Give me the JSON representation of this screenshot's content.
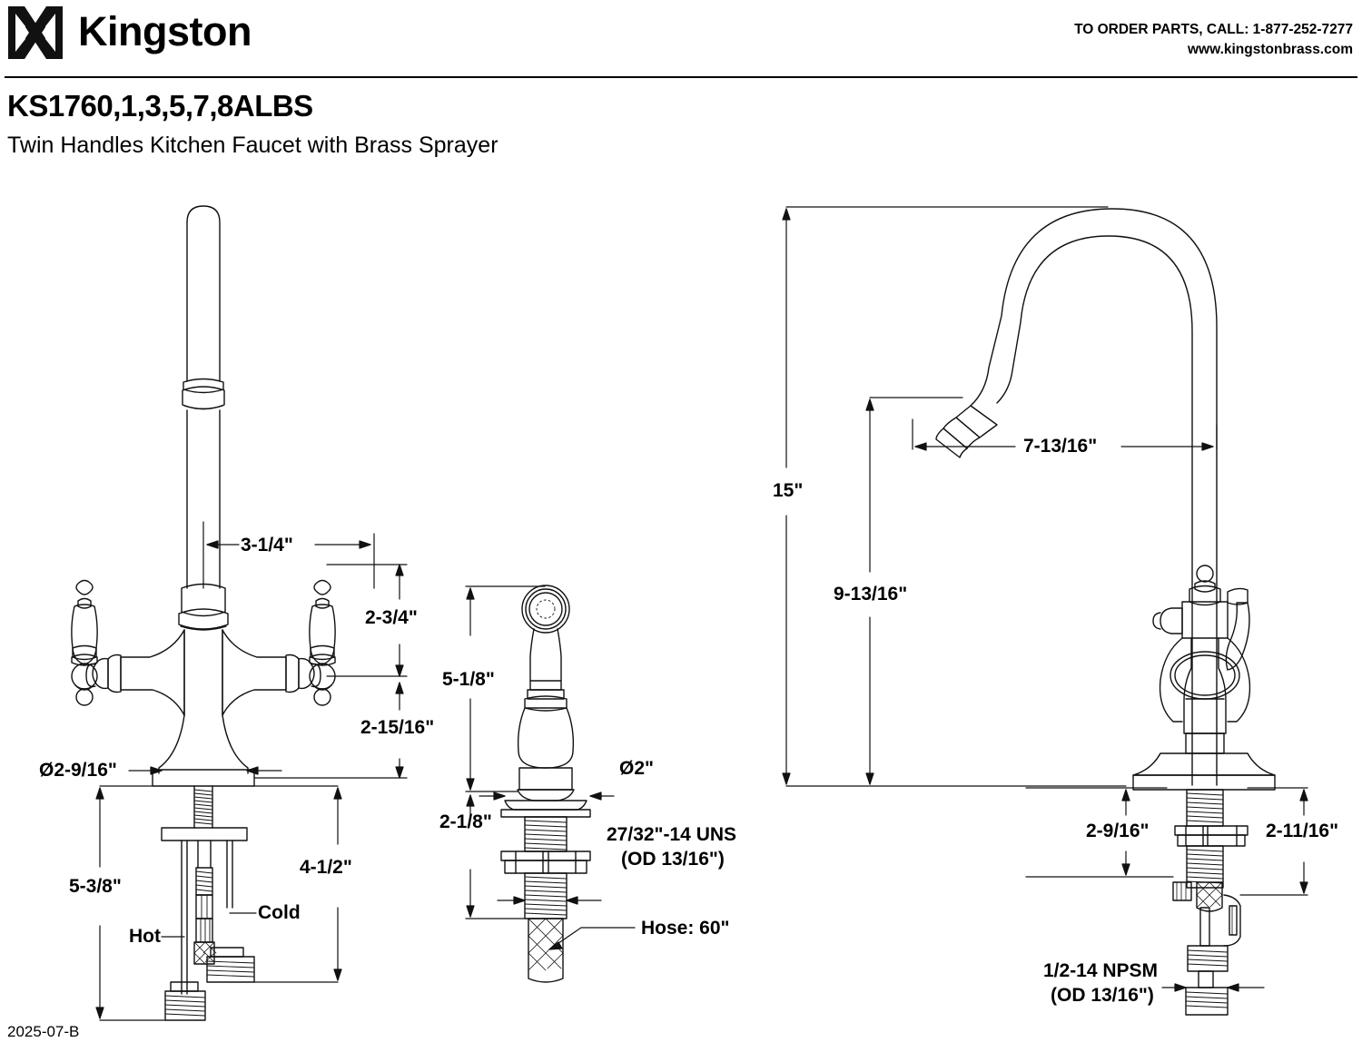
{
  "header": {
    "logo_icon": "kingston-monogram-icon",
    "brand": "Kingston",
    "contact_phone": "TO ORDER PARTS, CALL: 1-877-252-7277",
    "contact_web": "www.kingstonbrass.com"
  },
  "title": {
    "model_code": "KS1760,1,3,5,7,8ALBS",
    "description": "Twin Handles Kitchen Faucet with Brass Sprayer"
  },
  "footer": {
    "revision": "2025-07-B"
  },
  "views": {
    "front": {
      "name": "front-elevation-twin-handle-body",
      "dimensions": {
        "center_to_handle": "3-1/4\"",
        "handle_height": "2-3/4\"",
        "body_height": "2-15/16\"",
        "base_diameter": "Ø2-9/16\"",
        "shank_long": "5-3/8\"",
        "shank_short": "4-1/2\""
      },
      "callouts": {
        "hot": "Hot",
        "cold": "Cold"
      }
    },
    "sprayer": {
      "name": "side-sprayer-elevation",
      "dimensions": {
        "head_height": "5-1/8\"",
        "shank_height": "2-1/8\"",
        "flange_diameter": "Ø2\"",
        "thread_spec_line1": "27/32\"-14 UNS",
        "thread_spec_line2": "(OD 13/16\")",
        "hose": "Hose: 60\""
      }
    },
    "side": {
      "name": "side-elevation-gooseneck-spout",
      "dimensions": {
        "overall_height": "15\"",
        "spout_height": "9-13/16\"",
        "spout_reach": "7-13/16\"",
        "shank_left": "2-9/16\"",
        "shank_right": "2-11/16\"",
        "thread_spec_line1": "1/2-14 NPSM",
        "thread_spec_line2": "(OD 13/16\")"
      }
    }
  },
  "colors": {
    "ink": "#000000",
    "line": "#1a1a1a",
    "background": "#ffffff"
  }
}
